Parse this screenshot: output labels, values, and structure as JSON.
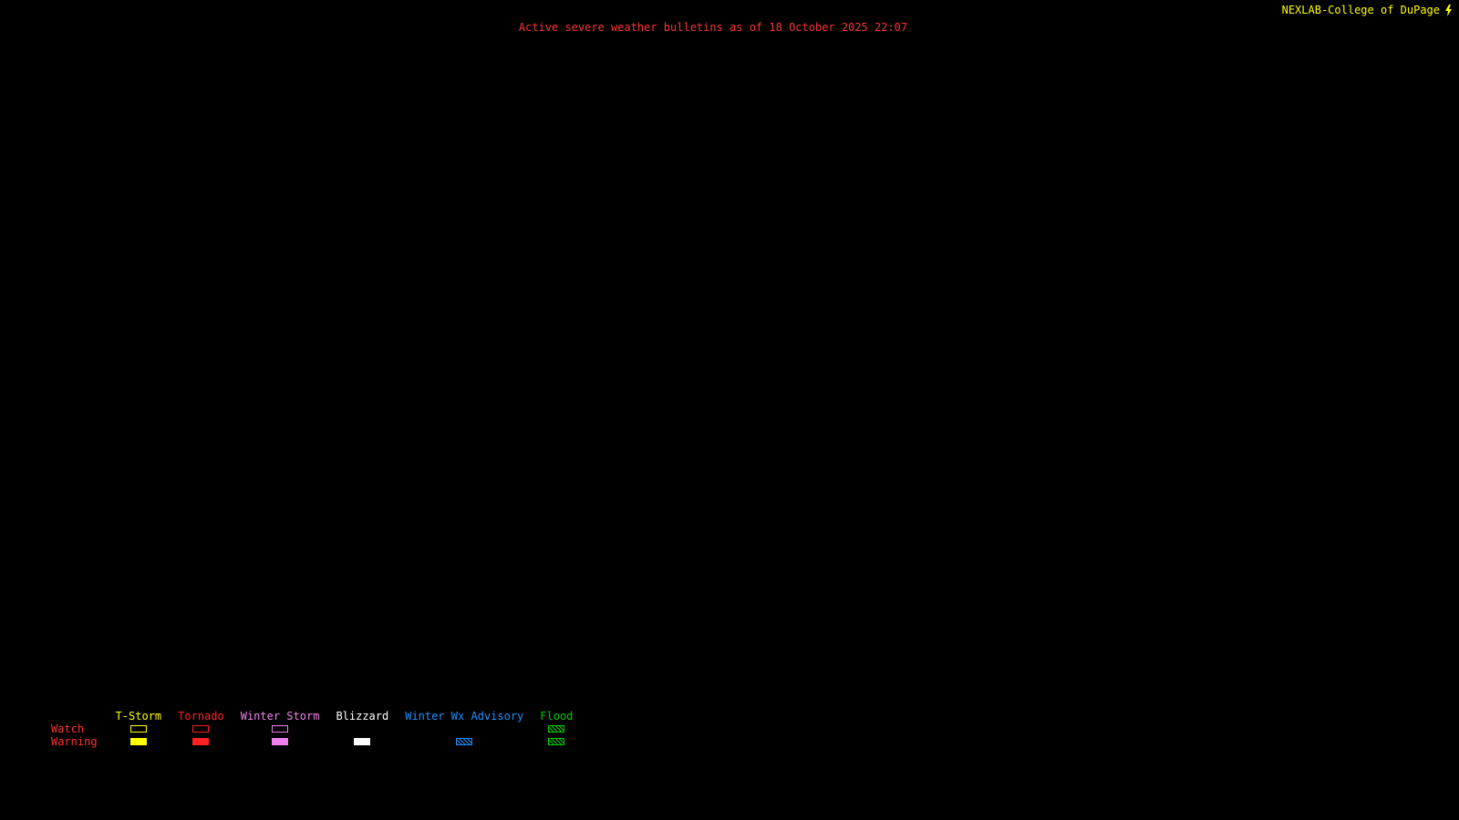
{
  "page": {
    "background": "#000000"
  },
  "header": {
    "title": "Active severe weather bulletins as of 18 October 2025 22:07",
    "title_color": "#ff3333",
    "brand": "NEXLAB-College of DuPage",
    "brand_color": "#ffff00",
    "logo_icon": "lightning-bolt"
  },
  "legend": {
    "watch_label": "Watch",
    "warning_label": "Warning",
    "row_label_color": "#ff3333",
    "columns": [
      {
        "label": "T-Storm",
        "color": "#ffff00",
        "watch": "outline",
        "warning": "fill"
      },
      {
        "label": "Tornado",
        "color": "#ff2222",
        "watch": "outline",
        "warning": "fill"
      },
      {
        "label": "Winter Storm",
        "color": "#ee82ee",
        "watch": "outline",
        "warning": "fill"
      },
      {
        "label": "Blizzard",
        "color": "#ffffff",
        "watch": "none",
        "warning": "fill"
      },
      {
        "label": "Winter Wx Advisory",
        "color": "#1e90ff",
        "watch": "none",
        "warning": "hatch"
      },
      {
        "label": "Flood",
        "color": "#00cc00",
        "watch": "hatch",
        "warning": "hatch"
      }
    ]
  },
  "map": {
    "background": "#000000"
  }
}
